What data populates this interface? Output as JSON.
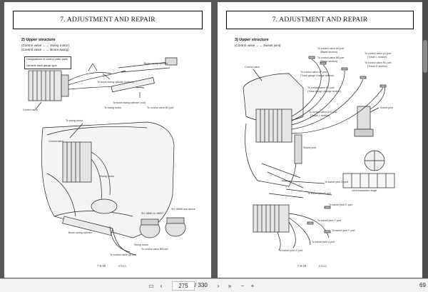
{
  "left_page": {
    "header": "7. ADJUSTMENT AND REPAIR",
    "section": "2)  Upper structure",
    "sub1": "(Control valve ←→ Swing motor)",
    "sub2": "(Control valve ←→ Boom swing)",
    "note_box": [
      "Designations of control valve parts /",
      "Variable track gauge type."
    ],
    "labels": {
      "control_valve": "Control valve",
      "boom_swing_cyl_rod": "Boom swing cylinder",
      "boom_swing_cyl_bottom": "To boom swing cylinder (bottom)",
      "boom_swing_cyl_rod2": "To boom swing cylinder (rod)",
      "swing_motor_top": "To swing motor",
      "to_control_valve_b2": "To control valve B2 port",
      "to_swing_motor": "To swing motor",
      "control_valve2": "Control valve",
      "swing_motor": "Swing motor",
      "sh1": "SH 18681 to 18697",
      "sh2": "SH 18698 and above",
      "boom_swing_cylinder": "Boom swing cylinder",
      "swing_motor2": "Swing motor",
      "to_cv_a8": "To control valve A8 port",
      "to_cv_b8": "To control valve B8 port"
    },
    "footer": "7-8-25",
    "code": "KTD13"
  },
  "right_page": {
    "header": "7. ADJUSTMENT AND REPAIR",
    "section": "3)  Upper structure",
    "sub1": "(Control valve ←→ Swivel joint)",
    "labels": {
      "control_valve": "Control valve",
      "a6": "To control valve A6 port",
      "a6b": "(Blade section)",
      "b6": "To control valve B6 port",
      "b6b": "(Blade section)",
      "a7": "To control valve A7 port",
      "a7b": "(Track gauge change section)",
      "b7": "To control valve B7 port",
      "b7b": "(Track gauge change section)",
      "a1": "To control valve A1 port",
      "a1b": "(Travel L section)",
      "b1": "To control valve B1 port",
      "b1b": "(Travel R section)",
      "a10": "To control valve A10 port",
      "a10b": "(Travel L section)",
      "swivel_joint": "Swivel joint",
      "swivel_joint2": "Swivel joint",
      "joint_installation": "Joint installation angle",
      "to_swivel_d": "To swivel joint D port",
      "to_swivel_b": "To swivel joint B port",
      "to_swivel_e": "To swivel joint E port",
      "to_swivel_c": "To swivel joint C port",
      "to_swivel_f": "To swivel joint F port",
      "to_swivel_a": "To swivel joint A port",
      "to_swivel_g": "To swivel joint G port"
    },
    "footer": "7-8-26",
    "code": "KTD13"
  },
  "viewer": {
    "current_page": "275",
    "total_pages": "/ 330",
    "zoom": "69"
  }
}
